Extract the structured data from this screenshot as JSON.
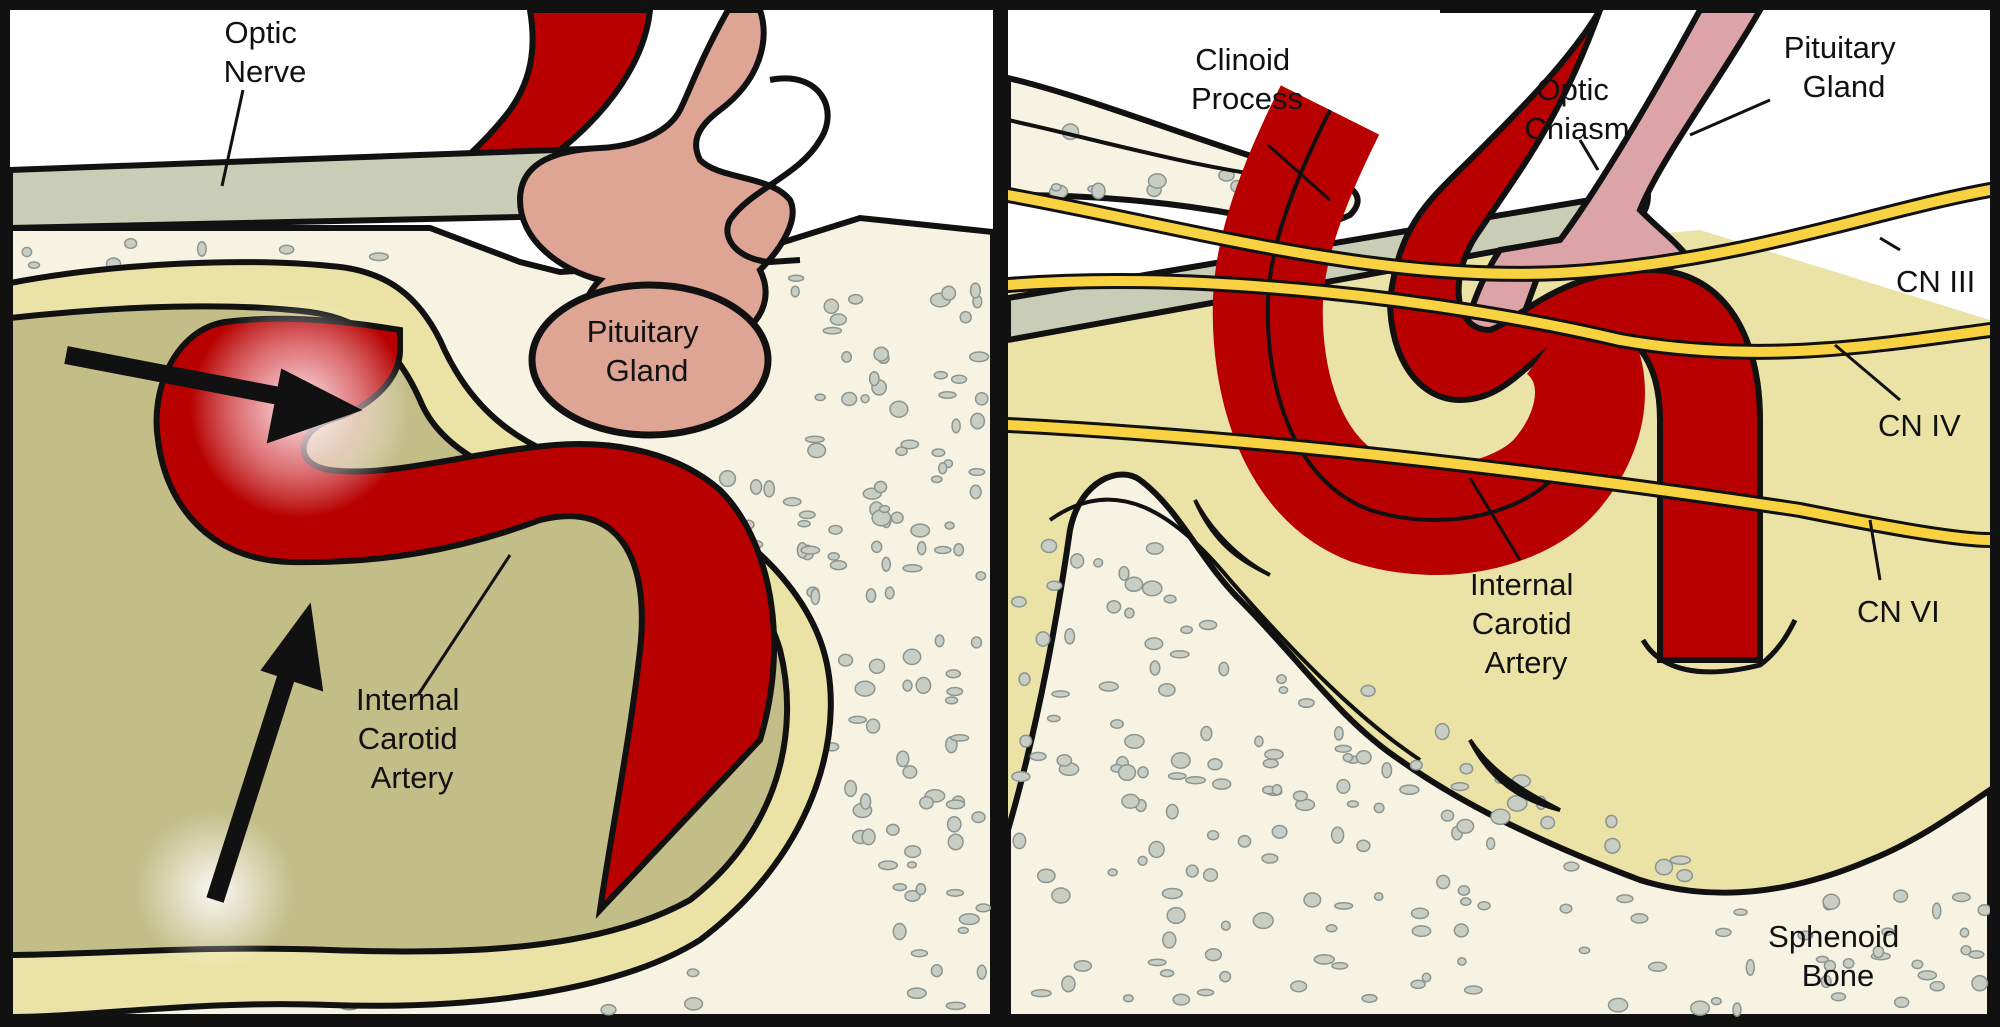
{
  "panels": {
    "left": {
      "labels": {
        "optic_nerve": [
          "Optic",
          "Nerve"
        ],
        "pituitary_gland": [
          "Pituitary",
          "Gland"
        ],
        "internal_carotid_artery": [
          "Internal",
          "Carotid",
          "Artery"
        ]
      }
    },
    "right": {
      "labels": {
        "clinoid_process": [
          "Clinoid",
          "Process"
        ],
        "optic_chiasm": [
          "Optic",
          "Chiasm"
        ],
        "pituitary_gland": [
          "Pituitary",
          "Gland"
        ],
        "cn_iii": "CN III",
        "cn_iv": "CN IV",
        "cn_vi": "CN VI",
        "internal_carotid_artery": [
          "Internal",
          "Carotid",
          "Artery"
        ],
        "sphenoid_bone": [
          "Sphenoid",
          "Bone"
        ]
      }
    }
  },
  "colors": {
    "artery": "#b80000",
    "pituitary_left": "#dea494",
    "pituitary_right": "#dca4a8",
    "bone": "#f7f3e3",
    "bone_pores": "#c9cec4",
    "dura": "#ebe3a5",
    "sinus": "#c3bd87",
    "optic_nerve": "#c9cdb6",
    "cranial_nerve": "#f8d240",
    "outline": "#111111"
  }
}
